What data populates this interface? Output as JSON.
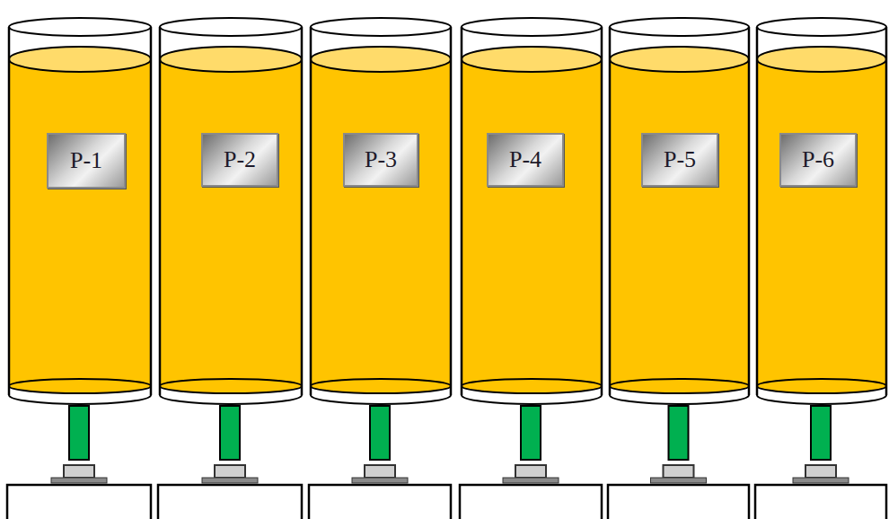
{
  "diagram": {
    "nodes": [
      {
        "text": [
          "P-1"
        ]
      },
      {
        "text": [
          "P-2"
        ]
      },
      {
        "text": [
          "P-3"
        ]
      },
      {
        "text": [
          "P-4"
        ]
      },
      {
        "text": [
          "P-5"
        ]
      },
      {
        "text": [
          "P-6"
        ]
      }
    ]
  }
}
